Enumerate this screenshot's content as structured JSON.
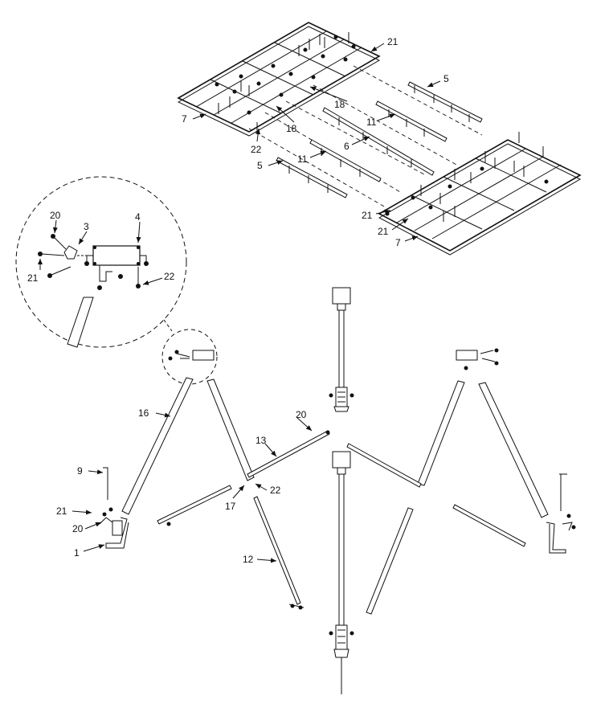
{
  "callouts": {
    "c1": "1",
    "c3": "3",
    "c4": "4",
    "c5a": "5",
    "c5b": "5",
    "c6": "6",
    "c7a": "7",
    "c7b": "7",
    "c9": "9",
    "c11a": "11",
    "c11b": "11",
    "c12": "12",
    "c13": "13",
    "c16": "16",
    "c17": "17",
    "c18a": "18",
    "c18b": "18",
    "c20a": "20",
    "c20b": "20",
    "c20c": "20",
    "c21a": "21",
    "c21b": "21",
    "c21c": "21",
    "c21d": "21",
    "c21e": "21",
    "c22a": "22",
    "c22b": "22",
    "c22c": "22"
  }
}
